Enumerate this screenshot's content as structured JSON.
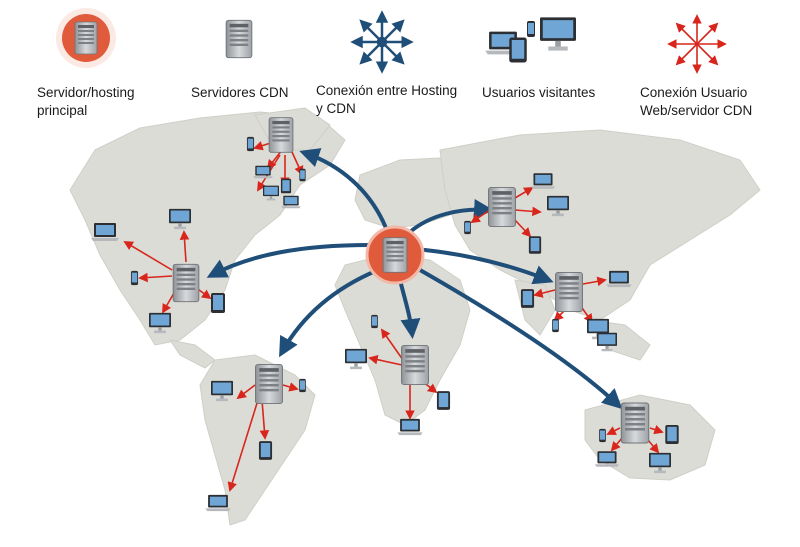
{
  "legend": {
    "items": [
      {
        "key": "origin",
        "label": "Servidor/hosting principal",
        "icon": "origin-server-icon"
      },
      {
        "key": "cdn",
        "label": "Servidores CDN",
        "icon": "cdn-server-icon"
      },
      {
        "key": "hosting_cdn_link",
        "label": "Conexión entre Hosting y CDN",
        "icon": "blue-arrows-icon"
      },
      {
        "key": "visitors",
        "label": "Usuarios visitantes",
        "icon": "devices-icon"
      },
      {
        "key": "user_cdn_link",
        "label": "Conexión Usuario Web/servidor CDN",
        "icon": "red-arrows-icon"
      }
    ]
  },
  "colors": {
    "map_land": "#dcdcd6",
    "hosting_link": "#1f4e79",
    "user_link": "#d9261c",
    "origin_badge": "#e05a3c",
    "server_body": "#b9bcc0"
  }
}
